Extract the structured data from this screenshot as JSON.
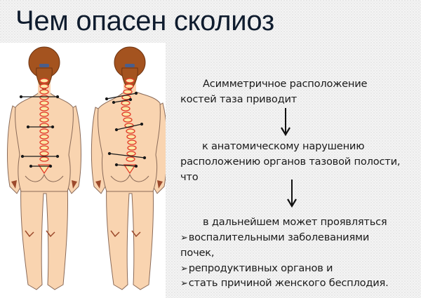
{
  "page": {
    "title": "Чем опасен сколиоз"
  },
  "illustration": {
    "left_figure": "normal-spine-back-view",
    "right_figure": "scoliosis-spine-back-view",
    "colors": {
      "skin": "#f9d4b0",
      "outline": "#8a6a58",
      "hair": "#a4531f",
      "hair_band": "#4a5e8c",
      "vertebra_outline": "#e23b2a",
      "vertebra_fill": "#fbe7a6",
      "level_line": "#1a1a1a",
      "hand_shadow": "#9c4a2c"
    }
  },
  "flow": {
    "step1": {
      "line1": "Асимметричное расположение",
      "line2": "костей таза приводит"
    },
    "arrow1": "down-arrow",
    "step2": {
      "line1": "к анатомическому нарушению",
      "line2": "расположению органов тазовой полости,",
      "line3": "что"
    },
    "arrow2": "down-arrow",
    "step3": {
      "intro": "в дальнейшем может проявляться",
      "bullet_glyph": "➢",
      "items": [
        {
          "line1": "воспалительными заболеваниями",
          "line2": "почек,"
        },
        {
          "line1": "репродуктивных органов и"
        },
        {
          "line1": "стать причиной женского бесплодия."
        }
      ]
    }
  }
}
